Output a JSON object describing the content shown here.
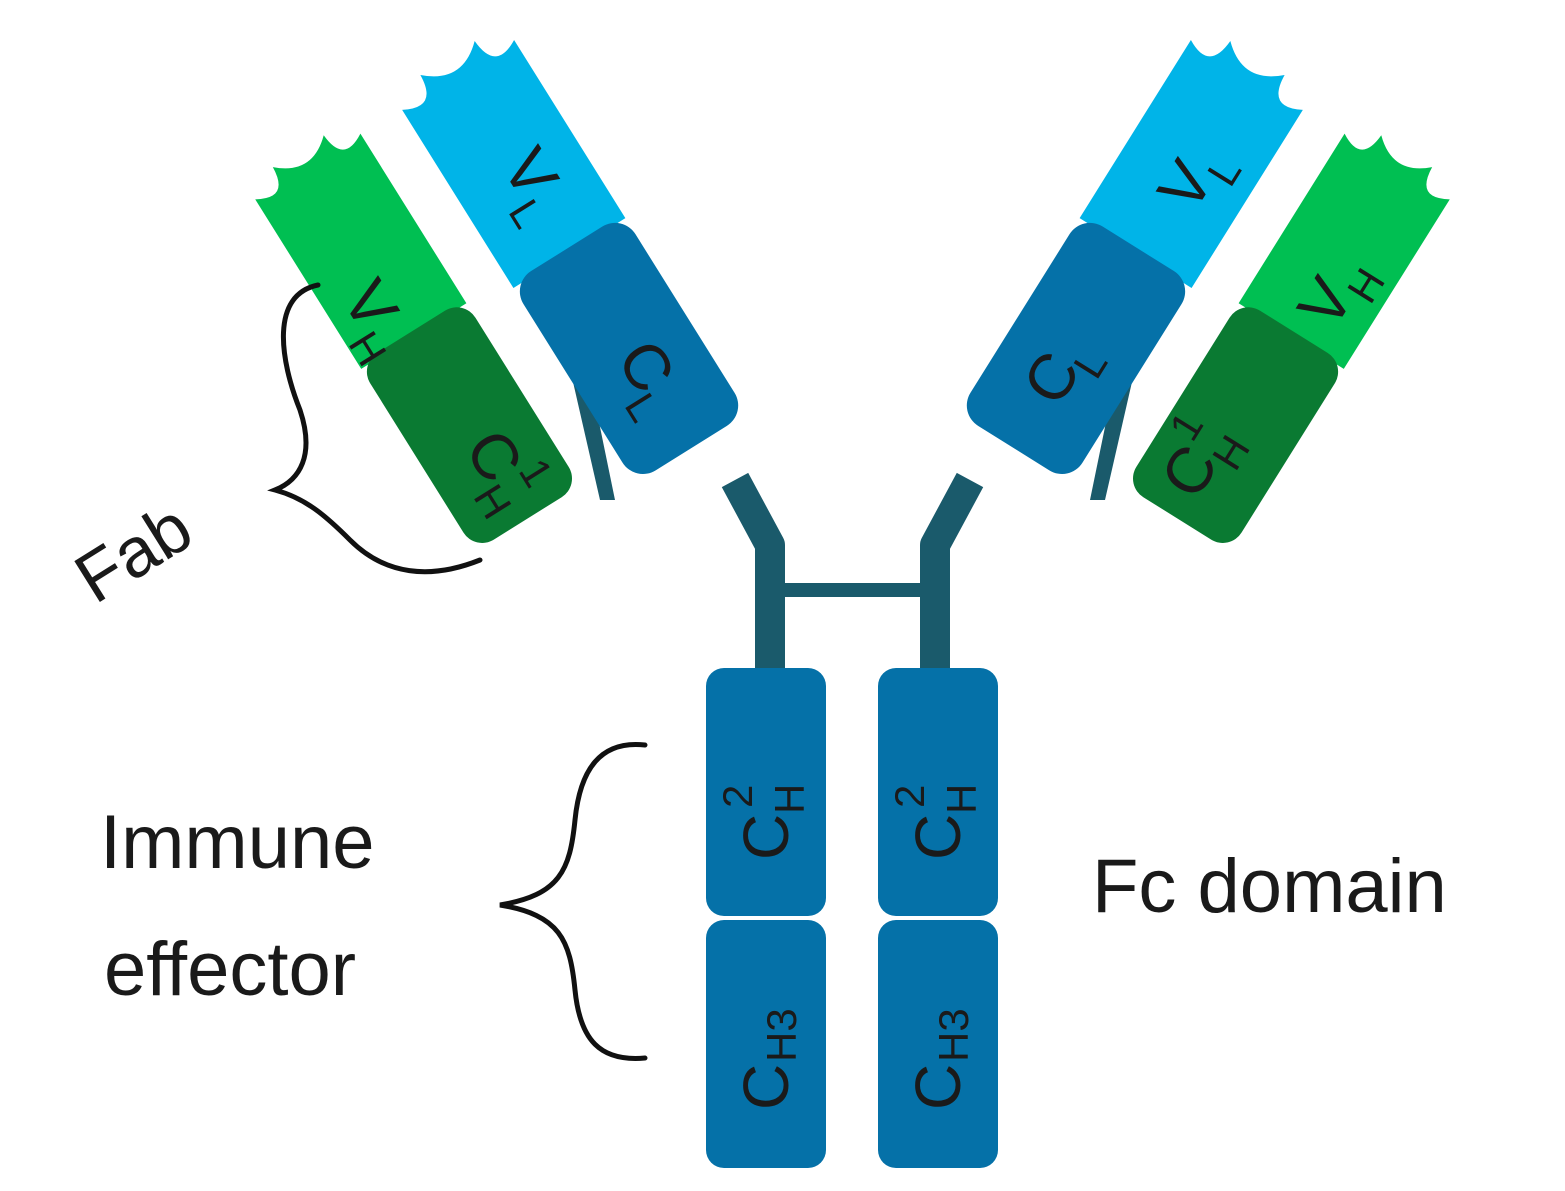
{
  "colors": {
    "variable_light": "#00b4e8",
    "variable_heavy": "#00bf52",
    "constant_heavy1": "#0a7a32",
    "constant": "#0571a8",
    "hinge": "#1a5a6b",
    "text": "#1a1a1a"
  },
  "domains": {
    "vl": {
      "base": "V",
      "sub": "L"
    },
    "vh": {
      "base": "V",
      "sub": "H"
    },
    "cl": {
      "base": "C",
      "sub": "L"
    },
    "ch1": {
      "base": "C",
      "sub": "H",
      "sup": "1"
    },
    "ch2": {
      "base": "C",
      "sub": "H",
      "sup": "2"
    },
    "ch3": {
      "base": "C",
      "sub": "H3"
    }
  },
  "labels": {
    "fab": "Fab",
    "immune_line1": "Immune",
    "immune_line2": "effector",
    "fc": "Fc domain"
  }
}
